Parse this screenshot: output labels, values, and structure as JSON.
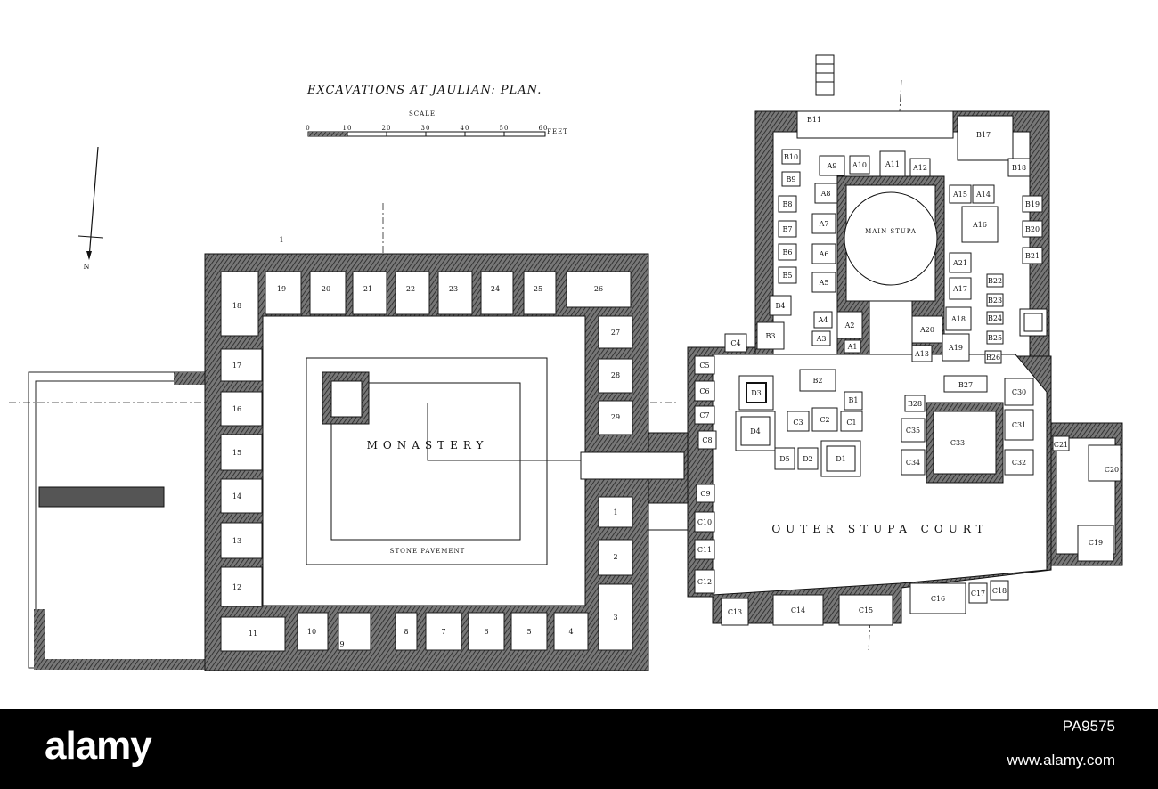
{
  "title": "EXCAVATIONS AT JAULIAN: PLAN.",
  "scale": {
    "label": "SCALE",
    "ticks": [
      "0",
      "10",
      "20",
      "30",
      "40",
      "50",
      "60"
    ],
    "unit": "FEET"
  },
  "north_label": "N",
  "areas": {
    "monastery": "MONASTERY",
    "pavement": "STONE PAVEMENT",
    "outer_court": "OUTER STUPA COURT",
    "main_stupa": "MAIN STUPA"
  },
  "cell_marker": "1",
  "monastery_cells": [
    "1",
    "2",
    "3",
    "4",
    "5",
    "6",
    "7",
    "8",
    "9",
    "10",
    "11",
    "12",
    "13",
    "14",
    "15",
    "16",
    "17",
    "18",
    "19",
    "20",
    "21",
    "22",
    "23",
    "24",
    "25",
    "26",
    "27",
    "28",
    "29"
  ],
  "a_cells": [
    "A1",
    "A2",
    "A3",
    "A4",
    "A5",
    "A6",
    "A7",
    "A8",
    "A9",
    "A10",
    "A11",
    "A12",
    "A13",
    "A14",
    "A15",
    "A16",
    "A17",
    "A18",
    "A19",
    "A20",
    "A21"
  ],
  "b_cells": [
    "B1",
    "B2",
    "B3",
    "B4",
    "B5",
    "B6",
    "B7",
    "B8",
    "B9",
    "B10",
    "B11",
    "B17",
    "B18",
    "B19",
    "B20",
    "B21",
    "B22",
    "B23",
    "B24",
    "B25",
    "B26",
    "B27",
    "B28"
  ],
  "c_cells": [
    "C1",
    "C2",
    "C3",
    "C4",
    "C5",
    "C6",
    "C7",
    "C8",
    "C9",
    "C10",
    "C11",
    "C12",
    "C13",
    "C14",
    "C15",
    "C16",
    "C17",
    "C18",
    "C19",
    "C20",
    "C21",
    "C30",
    "C31",
    "C32",
    "C33",
    "C34",
    "C35"
  ],
  "d_cells": [
    "D1",
    "D2",
    "D3",
    "D4",
    "D5"
  ],
  "colors": {
    "wall": "#5c5c5c",
    "footer": "#000000",
    "paper": "#ffffff"
  },
  "watermark": {
    "brand": "alamy",
    "stock_id": "PA9575",
    "url": "www.alamy.com"
  }
}
